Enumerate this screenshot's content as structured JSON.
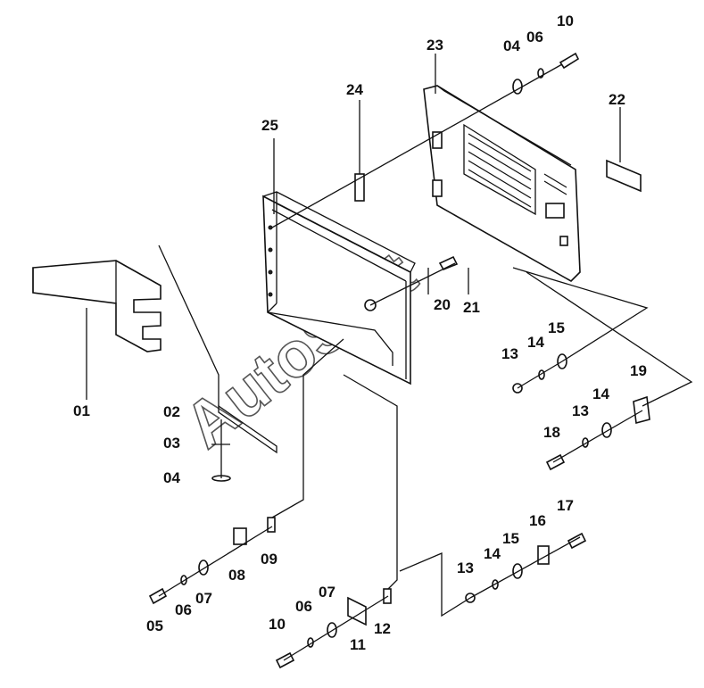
{
  "watermark": "AutoSoft",
  "callouts": {
    "c01": "01",
    "c02": "02",
    "c03": "03",
    "c04a": "04",
    "c04b": "04",
    "c05": "05",
    "c06a": "06",
    "c06b": "06",
    "c06c": "06",
    "c07a": "07",
    "c07b": "07",
    "c08": "08",
    "c09": "09",
    "c10a": "10",
    "c10b": "10",
    "c11": "11",
    "c12": "12",
    "c13a": "13",
    "c13b": "13",
    "c13c": "13",
    "c14a": "14",
    "c14b": "14",
    "c14c": "14",
    "c15a": "15",
    "c15b": "15",
    "c16": "16",
    "c17": "17",
    "c18": "18",
    "c19": "19",
    "c20": "20",
    "c21": "21",
    "c22": "22",
    "c23": "23",
    "c24": "24",
    "c25": "25"
  }
}
